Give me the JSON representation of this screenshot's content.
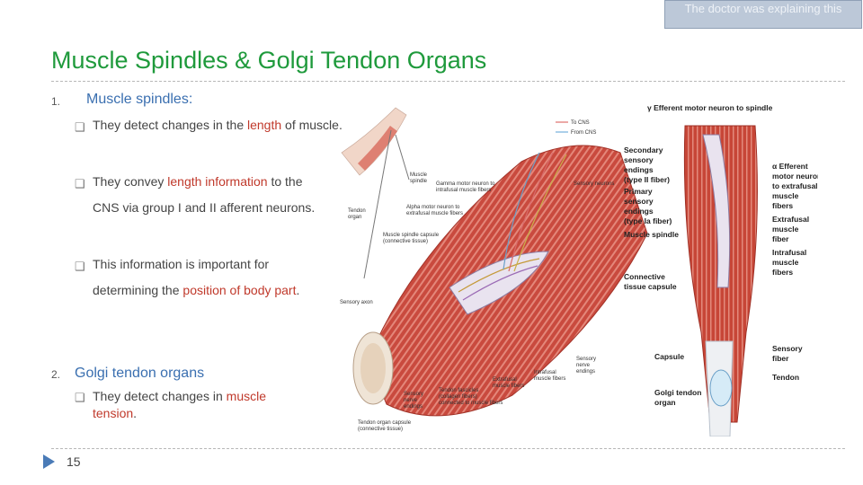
{
  "note": {
    "text": "The doctor was explaining this"
  },
  "title": "Muscle Spindles & Golgi Tendon Organs",
  "sections": [
    {
      "number": "1.",
      "heading": "Muscle spindles:",
      "bullets": [
        {
          "a": "They detect changes in  the ",
          "b": "length",
          "c": " of muscle."
        },
        {
          "a": "They convey ",
          "b": "length  information",
          "c": " to the CNS  via group I and II  afferent neurons."
        },
        {
          "a": "This information is  important for determining the  ",
          "b": "position of body part",
          "c": "."
        }
      ]
    },
    {
      "number": "2.",
      "heading": "Golgi tendon organs",
      "bullets": [
        {
          "a": "They detect changes in ",
          "b": "muscle tension",
          "c": "."
        }
      ]
    }
  ],
  "bullet_glyph": "❑",
  "slide_number": "15",
  "figure": {
    "left_labels": {
      "muscle_spindle": [
        "Muscle",
        "spindle"
      ],
      "tendon_organ": [
        "Tendon",
        "organ"
      ],
      "sensory_axon": "Sensory axon",
      "gamma": [
        "Gamma motor neuron to",
        "intrafusal muscle fibers"
      ],
      "alpha": [
        "Alpha motor neuron to",
        "extrafusal muscle fibers"
      ],
      "capsule": [
        "Muscle spindle capsule",
        "(connective tissue)"
      ],
      "sensory_neurons": "Sensory neurons",
      "to_cns": "To CNS",
      "from_cns": "From CNS",
      "sensory_nerve_endings_1": [
        "Sensory",
        "nerve",
        "endings"
      ],
      "tendon_fascicles": [
        "Tendon fascicles",
        "(collagen fibers)",
        "connected to muscle fibers"
      ],
      "extrafusal": [
        "Extrafusal",
        "muscle fibers"
      ],
      "intrafusal": [
        "Intrafusal",
        "muscle fibers"
      ],
      "sensory_nerve_endings_2": [
        "Sensory",
        "nerve",
        "endings"
      ],
      "tendon_organ_capsule": [
        "Tendon organ capsule",
        "(connective tissue)"
      ]
    },
    "right_labels": {
      "gamma_efferent": "γ Efferent motor neuron to spindle",
      "secondary": [
        "Secondary",
        "sensory",
        "endings",
        "(type II fiber)"
      ],
      "primary": [
        "Primary",
        "sensory",
        "endings",
        "(type Ia fiber)"
      ],
      "muscle_spindle": "Muscle spindle",
      "connective": [
        "Connective",
        "tissue capsule"
      ],
      "alpha_efferent": [
        "α Efferent",
        "motor neuron",
        "to extrafusal",
        "muscle",
        "fibers"
      ],
      "extrafusal": [
        "Extrafusal",
        "muscle",
        "fiber"
      ],
      "intrafusal": [
        "Intrafusal",
        "muscle",
        "fibers"
      ],
      "capsule": "Capsule",
      "sensory_fiber": [
        "Sensory",
        "fiber"
      ],
      "tendon": "Tendon",
      "golgi": [
        "Golgi tendon",
        "organ"
      ]
    }
  },
  "colors": {
    "title": "#1f9a3c",
    "heading": "#3a6fb0",
    "highlight": "#c0392b",
    "muscle": "#c94a3e"
  }
}
